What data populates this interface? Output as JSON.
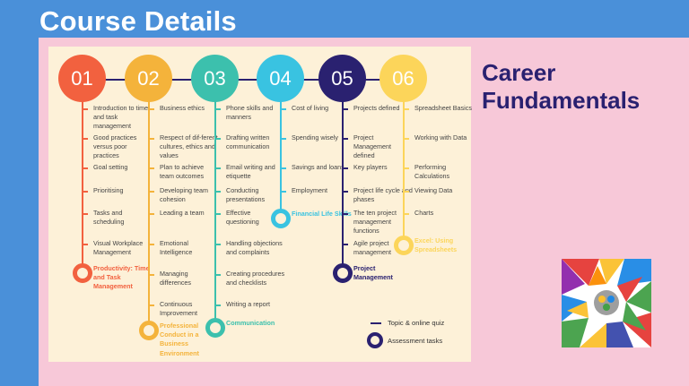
{
  "header": {
    "title": "Course Details"
  },
  "side_title": "Career Fundamentals",
  "colors": {
    "m01": "#f2613f",
    "m02": "#f4b33b",
    "m03": "#3cc0ad",
    "m04": "#39c3e1",
    "m05": "#2a2170",
    "m06": "#fcd55a"
  },
  "modules": [
    {
      "number": "01",
      "topics": [
        "Introduction to time and task management",
        "Good practices versus poor practices",
        "Goal setting",
        "Prioritising",
        "Tasks and scheduling",
        "Visual Workplace Management"
      ],
      "assessment": "Productivity: Time and Task Management"
    },
    {
      "number": "02",
      "topics": [
        "Business ethics",
        "Respect of dif-ferent cultures, ethics and values",
        "Plan to achieve team outcomes",
        "Developing team cohesion",
        "Leading a team",
        "Emotional Intelligence",
        "Managing differences",
        "Continuous Improvement"
      ],
      "assessment": "Professional Conduct in a Business Environment"
    },
    {
      "number": "03",
      "topics": [
        "Phone skills and manners",
        "Drafting written communication",
        "Email writing and etiquette",
        "Conducting presentations",
        "Effective questioning",
        "Handling objections and complaints",
        "Creating procedures and checklists",
        "Writing a report"
      ],
      "assessment": "Communication"
    },
    {
      "number": "04",
      "topics": [
        "Cost of living",
        "Spending wisely",
        "Savings and loans",
        "Employment"
      ],
      "assessment": "Financial Life Skills"
    },
    {
      "number": "05",
      "topics": [
        "Projects defined",
        "Project Management defined",
        "Key players",
        "Project life cycle and phases",
        "The ten project management functions",
        "Agile project management"
      ],
      "assessment": "Project Management"
    },
    {
      "number": "06",
      "topics": [
        "Spreadsheet Basics",
        "Working with Data",
        "Performing Calculations",
        "Viewing Data",
        "Charts"
      ],
      "assessment": "Excel: Using Spreadsheets"
    }
  ],
  "legend": {
    "topic": "Topic & online quiz",
    "assessment": "Assessment tasks"
  },
  "logo": {
    "icon": "handprints-circle-logo"
  }
}
